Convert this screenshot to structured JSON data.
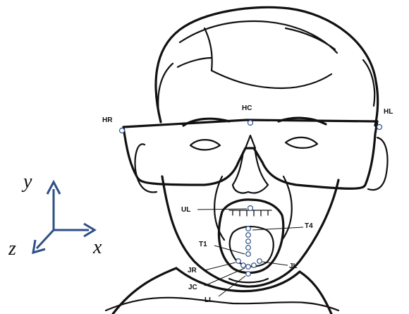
{
  "markers": {
    "HR": "HR",
    "HC": "HC",
    "HL": "HL",
    "UL": "UL",
    "T4": "T4",
    "T1": "T1",
    "JR": "JR",
    "JL": "JL",
    "JC": "JC",
    "LL": "LL"
  },
  "axes": {
    "x": "x",
    "y": "y",
    "z": "z"
  },
  "colors": {
    "axis": "#2e4f86",
    "ink": "#111111",
    "marker_fill": "#ffffff"
  }
}
